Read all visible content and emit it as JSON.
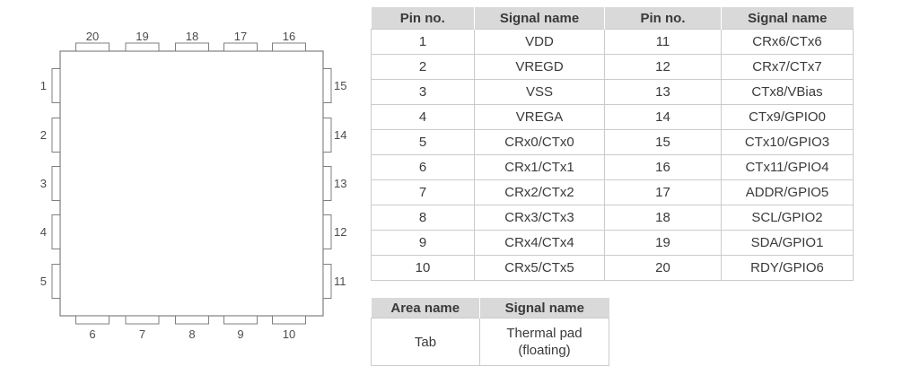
{
  "colors": {
    "table_header_bg": "#d9d9d9",
    "table_border": "#cbcbcb",
    "text_color": "#3a3a3a",
    "diagram_line": "#7f7f7f",
    "diagram_label": "#4c4c4c"
  },
  "chip_diagram": {
    "pins": {
      "top": [
        "20",
        "19",
        "18",
        "17",
        "16"
      ],
      "left": [
        "1",
        "2",
        "3",
        "4",
        "5"
      ],
      "right": [
        "15",
        "14",
        "13",
        "12",
        "11"
      ],
      "bottom": [
        "6",
        "7",
        "8",
        "9",
        "10"
      ]
    }
  },
  "pin_table": {
    "headers": [
      "Pin no.",
      "Signal name",
      "Pin no.",
      "Signal name"
    ],
    "rows": [
      [
        "1",
        "VDD",
        "11",
        "CRx6/CTx6"
      ],
      [
        "2",
        "VREGD",
        "12",
        "CRx7/CTx7"
      ],
      [
        "3",
        "VSS",
        "13",
        "CTx8/VBias"
      ],
      [
        "4",
        "VREGA",
        "14",
        "CTx9/GPIO0"
      ],
      [
        "5",
        "CRx0/CTx0",
        "15",
        "CTx10/GPIO3"
      ],
      [
        "6",
        "CRx1/CTx1",
        "16",
        "CTx11/GPIO4"
      ],
      [
        "7",
        "CRx2/CTx2",
        "17",
        "ADDR/GPIO5"
      ],
      [
        "8",
        "CRx3/CTx3",
        "18",
        "SCL/GPIO2"
      ],
      [
        "9",
        "CRx4/CTx4",
        "19",
        "SDA/GPIO1"
      ],
      [
        "10",
        "CRx5/CTx5",
        "20",
        "RDY/GPIO6"
      ]
    ]
  },
  "area_table": {
    "headers": [
      "Area name",
      "Signal name"
    ],
    "rows": [
      [
        "Tab",
        "Thermal pad\n(floating)"
      ]
    ]
  }
}
